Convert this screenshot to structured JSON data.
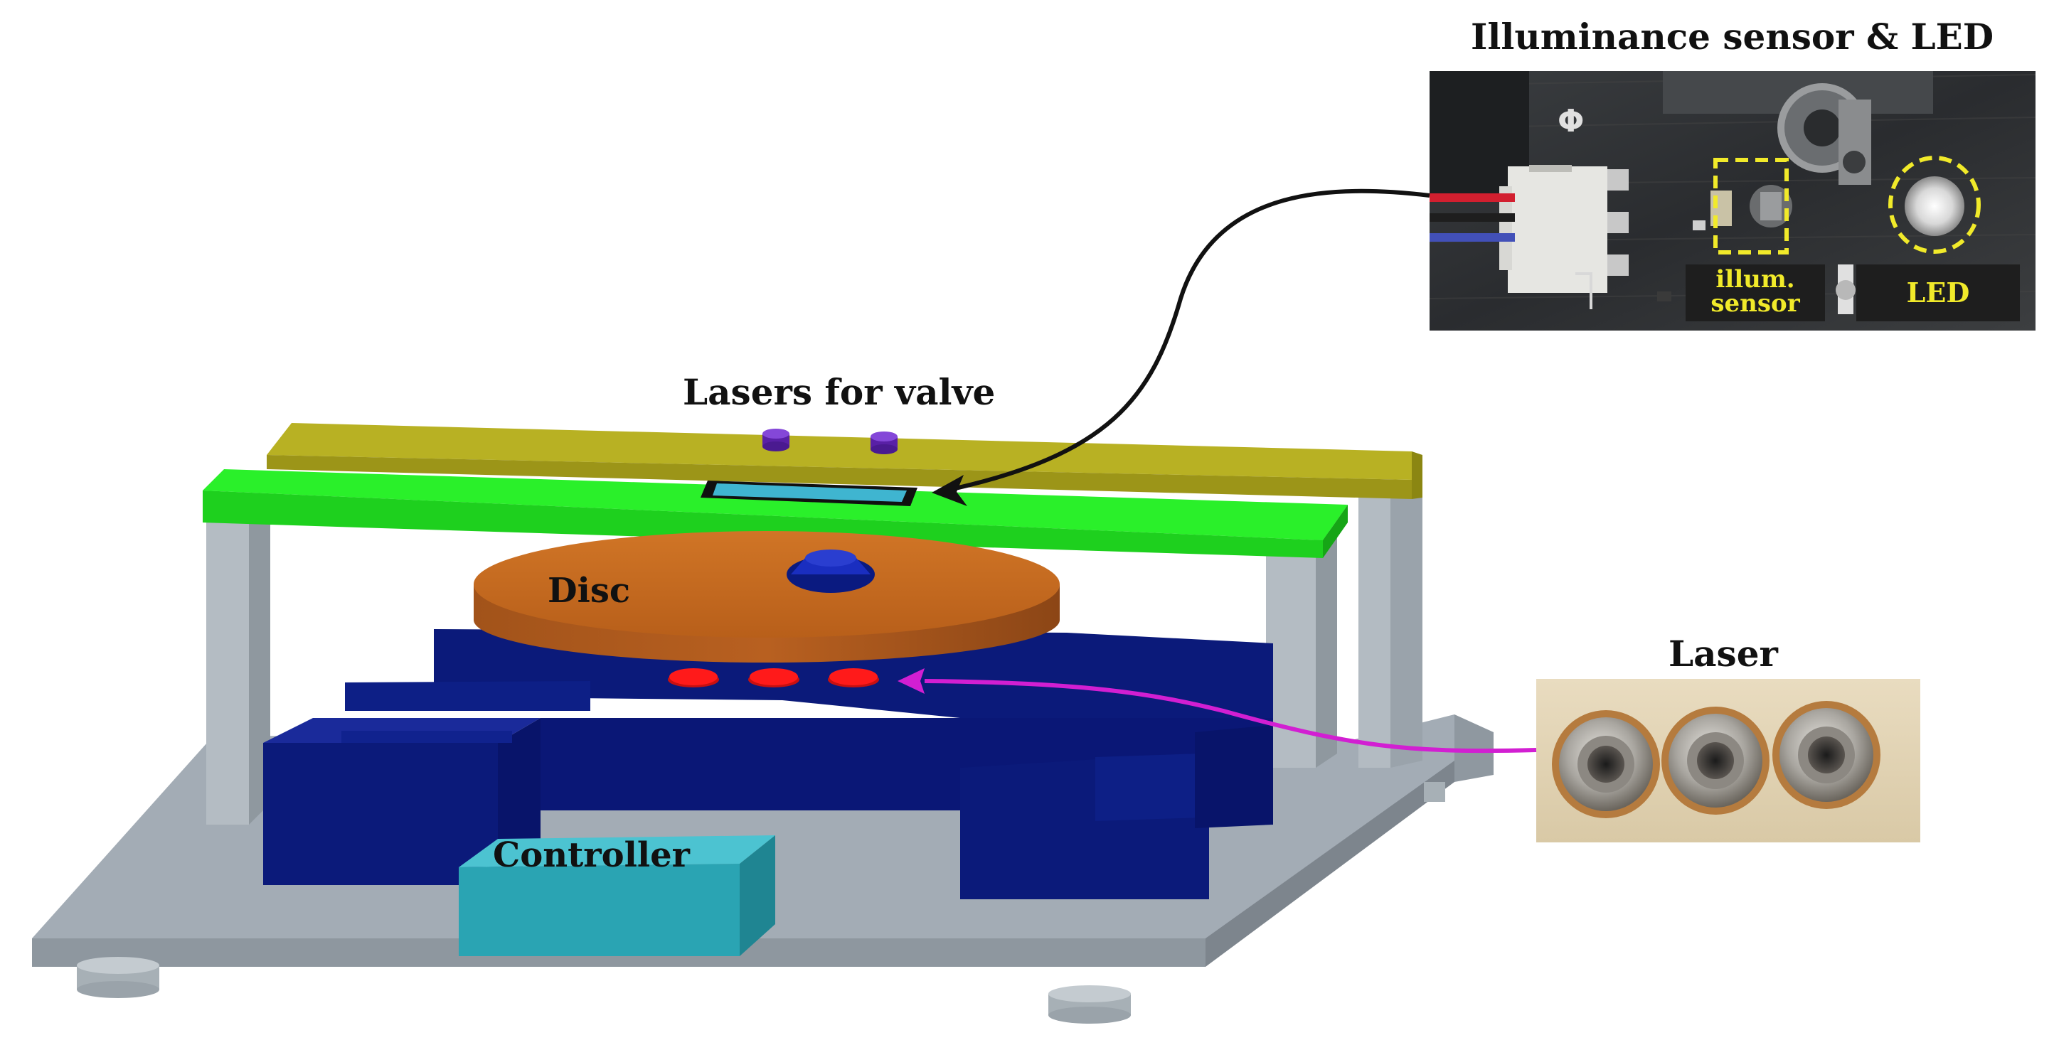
{
  "labels": {
    "illuminance_title": "Illuminance sensor & LED",
    "lasers_for_valve": "Lasers for valve",
    "laser": "Laser",
    "disc": "Disc",
    "controller": "Controller",
    "illum_sensor_line1": "illum.",
    "illum_sensor_line2": "sensor",
    "led": "LED"
  },
  "colors": {
    "base_plate": "#a3acb5",
    "blue_block": "#0b1a7a",
    "disc": "#c0661f",
    "green_plate": "#2af02a",
    "yellow_plate": "#b8b123",
    "controller": "#2aa4b3",
    "red_laser": "#ff1a1a",
    "purple_laser": "#6a2bbf",
    "sensor_arrow": "#111111",
    "laser_arrow": "#d21fd2",
    "highlight_yellow": "#f1ea2a"
  }
}
